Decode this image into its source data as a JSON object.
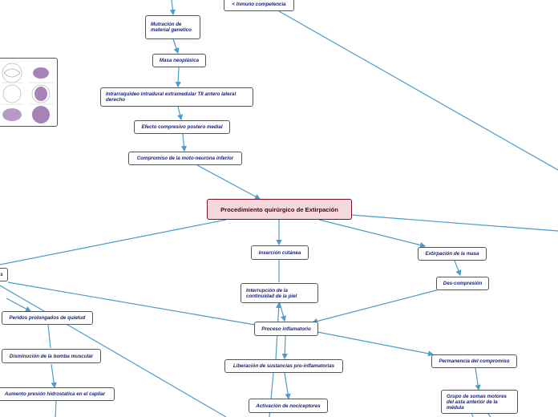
{
  "center": "Procedimiento quirúrgico de Extirpación",
  "nodes": {
    "inmuno": "< Inmuno competencia",
    "mutacion": "Mutración de material genetico",
    "masa": "Masa neoplásica",
    "intrarraquideo": "Intrarraquideo intradural extramedular T8 antero lateral derecho",
    "efecto": "Efecto compresivo postero medial",
    "compromiso": "Compromiso de la moto-neurona inferior",
    "insercion": "Inserción cutánea",
    "extirpacion": "Extirpación de la masa",
    "descompresion": "Des-compresión",
    "interrupcion": "Interrupción de la continuidad de la piel",
    "proceso": "Proceso inflamatorio",
    "periodos": "Peridos prolongados de quietud",
    "disminucion": "Disminución de la bomba muscular",
    "aumento": "Aumento presión hidrostatica en el capilar",
    "liberacion": "Liberación de sustancias pro-inflamatorias",
    "permanencia": "Permanencia del compromiso",
    "activacion": "Activación de nociceptores",
    "grupo": "Grupo de somas motores del asta anterior de la médula",
    "edge_left": "s"
  },
  "colors": {
    "connector": "#4a9cc9",
    "center_fill": "#f3d9de",
    "center_border": "#7a1222",
    "node_text": "#1a237e"
  }
}
